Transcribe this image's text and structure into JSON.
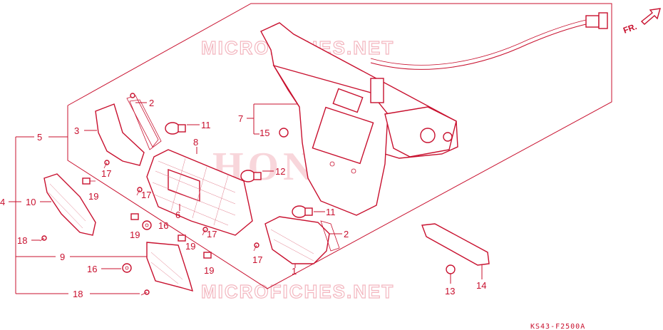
{
  "diagram": {
    "code": "KS43-F2500A",
    "direction_label": "FR.",
    "watermarks": {
      "top": "MICROFICHES.NET",
      "bottom": "MICROFICHES.NET",
      "brand": "HONDA"
    },
    "callouts": {
      "c1": "1",
      "c2a": "2",
      "c2b": "2",
      "c3": "3",
      "c4": "4",
      "c5": "5",
      "c6": "6",
      "c7": "7",
      "c8": "8",
      "c9": "9",
      "c10": "10",
      "c11a": "11",
      "c11b": "11",
      "c12": "12",
      "c13": "13",
      "c14": "14",
      "c15": "15",
      "c16a": "16",
      "c16b": "16",
      "c17a": "17",
      "c17b": "17",
      "c17c": "17",
      "c17d": "17",
      "c18a": "18",
      "c18b": "18",
      "c19a": "19",
      "c19b": "19",
      "c19c": "19",
      "c19d": "19"
    }
  }
}
